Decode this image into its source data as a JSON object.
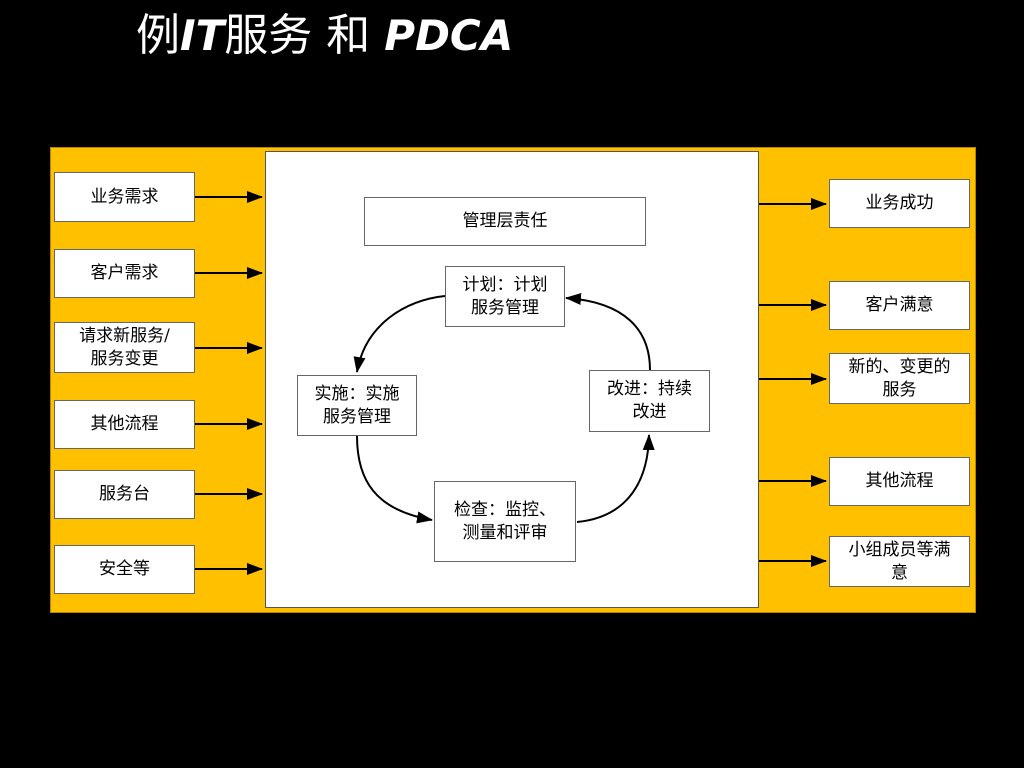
{
  "title": {
    "prefix": "例",
    "it": "IT",
    "mid": "服务",
    "and": "和",
    "pdca": "PDCA"
  },
  "inputs": [
    "业务需求",
    "客户需求",
    "请求新服务/\n服务变更",
    "其他流程",
    "服务台",
    "安全等"
  ],
  "outputs": [
    "业务成功",
    "客户满意",
    "新的、变更的\n服务",
    "其他流程",
    "小组成员等满\n意"
  ],
  "management": "管理层责任",
  "cycle": {
    "plan": "计划：计划\n服务管理",
    "do": "实施：实施\n服务管理",
    "check": "检查：监控、\n测量和评审",
    "act": "改进：持续\n改进"
  },
  "colors": {
    "background": "#000000",
    "panel": "#ffc000",
    "title": "#ffffff"
  }
}
